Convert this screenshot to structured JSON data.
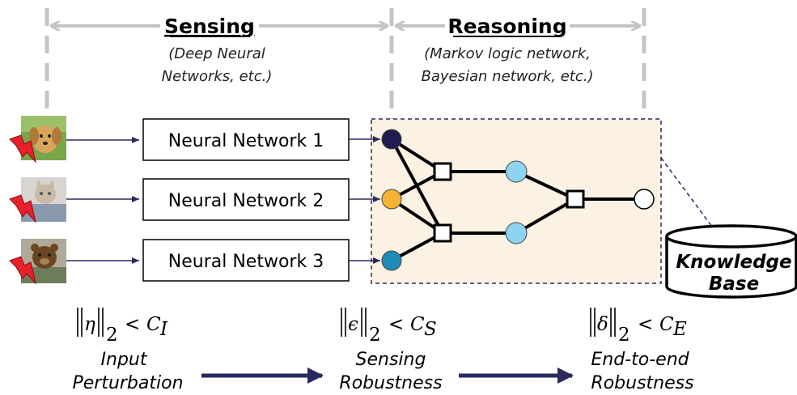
{
  "headers": {
    "sensing": "Sensing",
    "sensing_sub1": "(Deep Neural",
    "sensing_sub2": "Networks, etc.)",
    "reasoning": "Reasoning",
    "reasoning_sub1": "(Markov logic network,",
    "reasoning_sub2": "Bayesian network, etc.)"
  },
  "networks": [
    {
      "label": "Neural Network 1",
      "image": "dog-photo"
    },
    {
      "label": "Neural Network 2",
      "image": "cat-photo"
    },
    {
      "label": "Neural Network 3",
      "image": "bear-cub-photo"
    }
  ],
  "knowledge_base": {
    "line1": "Knowledge",
    "line2": "Base"
  },
  "bounds": {
    "input": {
      "norm_var": "η",
      "sub": "2",
      "const": "C",
      "const_sub": "I"
    },
    "sensing": {
      "norm_var": "ϵ",
      "sub": "2",
      "const": "C",
      "const_sub": "S"
    },
    "e2e": {
      "norm_var": "δ",
      "sub": "2",
      "const": "C",
      "const_sub": "E"
    }
  },
  "robustness": {
    "input": {
      "line1": "Input",
      "line2": "Perturbation"
    },
    "sensing": {
      "line1": "Sensing",
      "line2": "Robustness"
    },
    "e2e": {
      "line1": "End-to-end",
      "line2": "Robustness"
    }
  },
  "colors": {
    "node_dark": "#1f1d4f",
    "node_orange": "#f5b335",
    "node_teal": "#1f8bb8",
    "node_light_blue": "#8fd3f2",
    "reasoning_bg": "#fbf2e3",
    "arrow_navy": "#2a2a60",
    "guide_gray": "#c4c4c4",
    "lightning_red": "#e8202a"
  }
}
